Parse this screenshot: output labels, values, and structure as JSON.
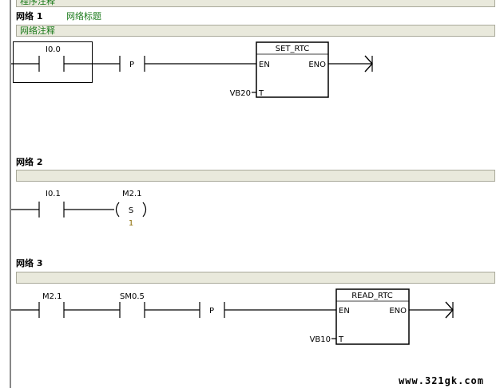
{
  "program_comment": "程序注释",
  "networks": [
    {
      "title": "网络 1",
      "subtitle": "网络标题",
      "comment": "网络注释",
      "contact": "I0.0",
      "edge": "P",
      "box_name": "SET_RTC",
      "box_en": "EN",
      "box_eno": "ENO",
      "box_input_addr": "VB20",
      "box_input_pin": "T"
    },
    {
      "title": "网络 2",
      "comment": "",
      "contact": "I0.1",
      "coil_addr": "M2.1",
      "coil_type": "S",
      "coil_count": "1"
    },
    {
      "title": "网络 3",
      "comment": "",
      "contact1": "M2.1",
      "contact2": "SM0.5",
      "edge": "P",
      "box_name": "READ_RTC",
      "box_en": "EN",
      "box_eno": "ENO",
      "box_input_addr": "VB10",
      "box_input_pin": "T"
    }
  ],
  "watermark": "www.321gk.com",
  "colors": {
    "comment_text": "#1a7a1a",
    "bar_bg": "#e9e9dc",
    "rail": "#888888"
  }
}
